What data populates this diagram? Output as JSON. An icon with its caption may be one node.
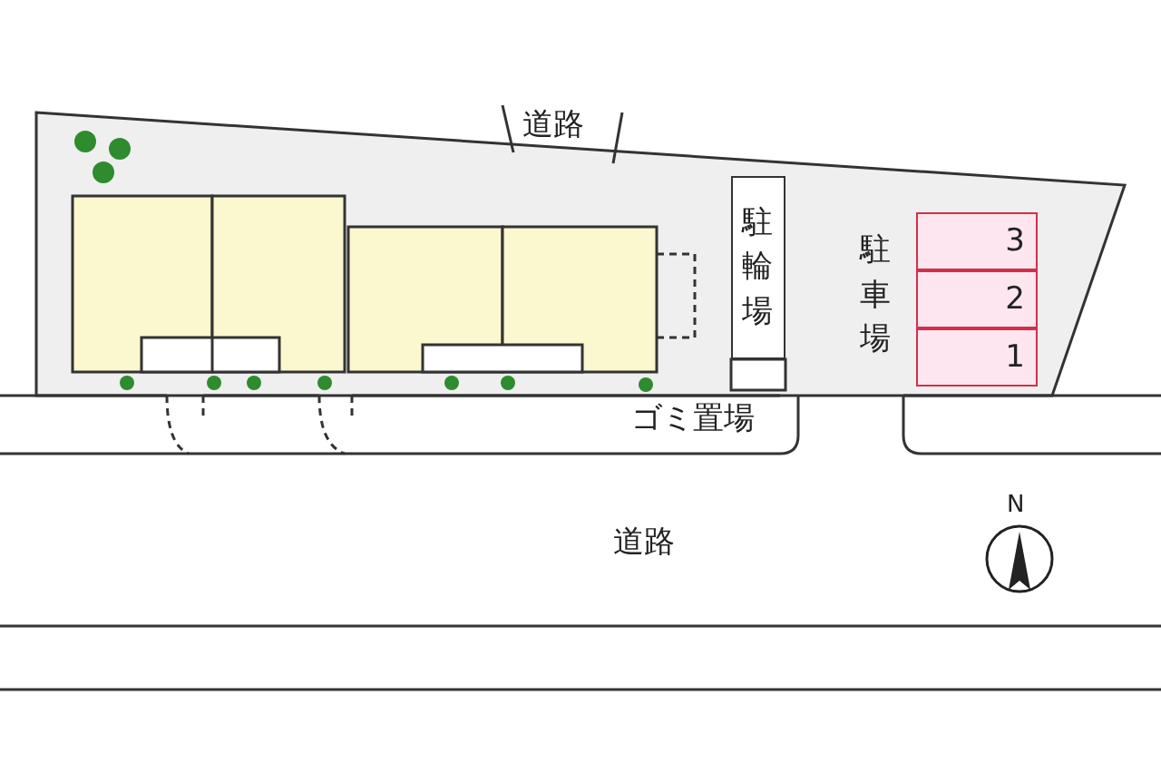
{
  "diagram": {
    "nodes": [
      {
        "text": [
          "駐輪場"
        ]
      },
      {
        "text": [
          "3"
        ]
      },
      {
        "text": [
          "2"
        ]
      },
      {
        "text": [
          "1"
        ]
      }
    ],
    "labels": [
      "道路",
      "駐車場",
      "ゴミ置場",
      "道路",
      "N"
    ]
  }
}
